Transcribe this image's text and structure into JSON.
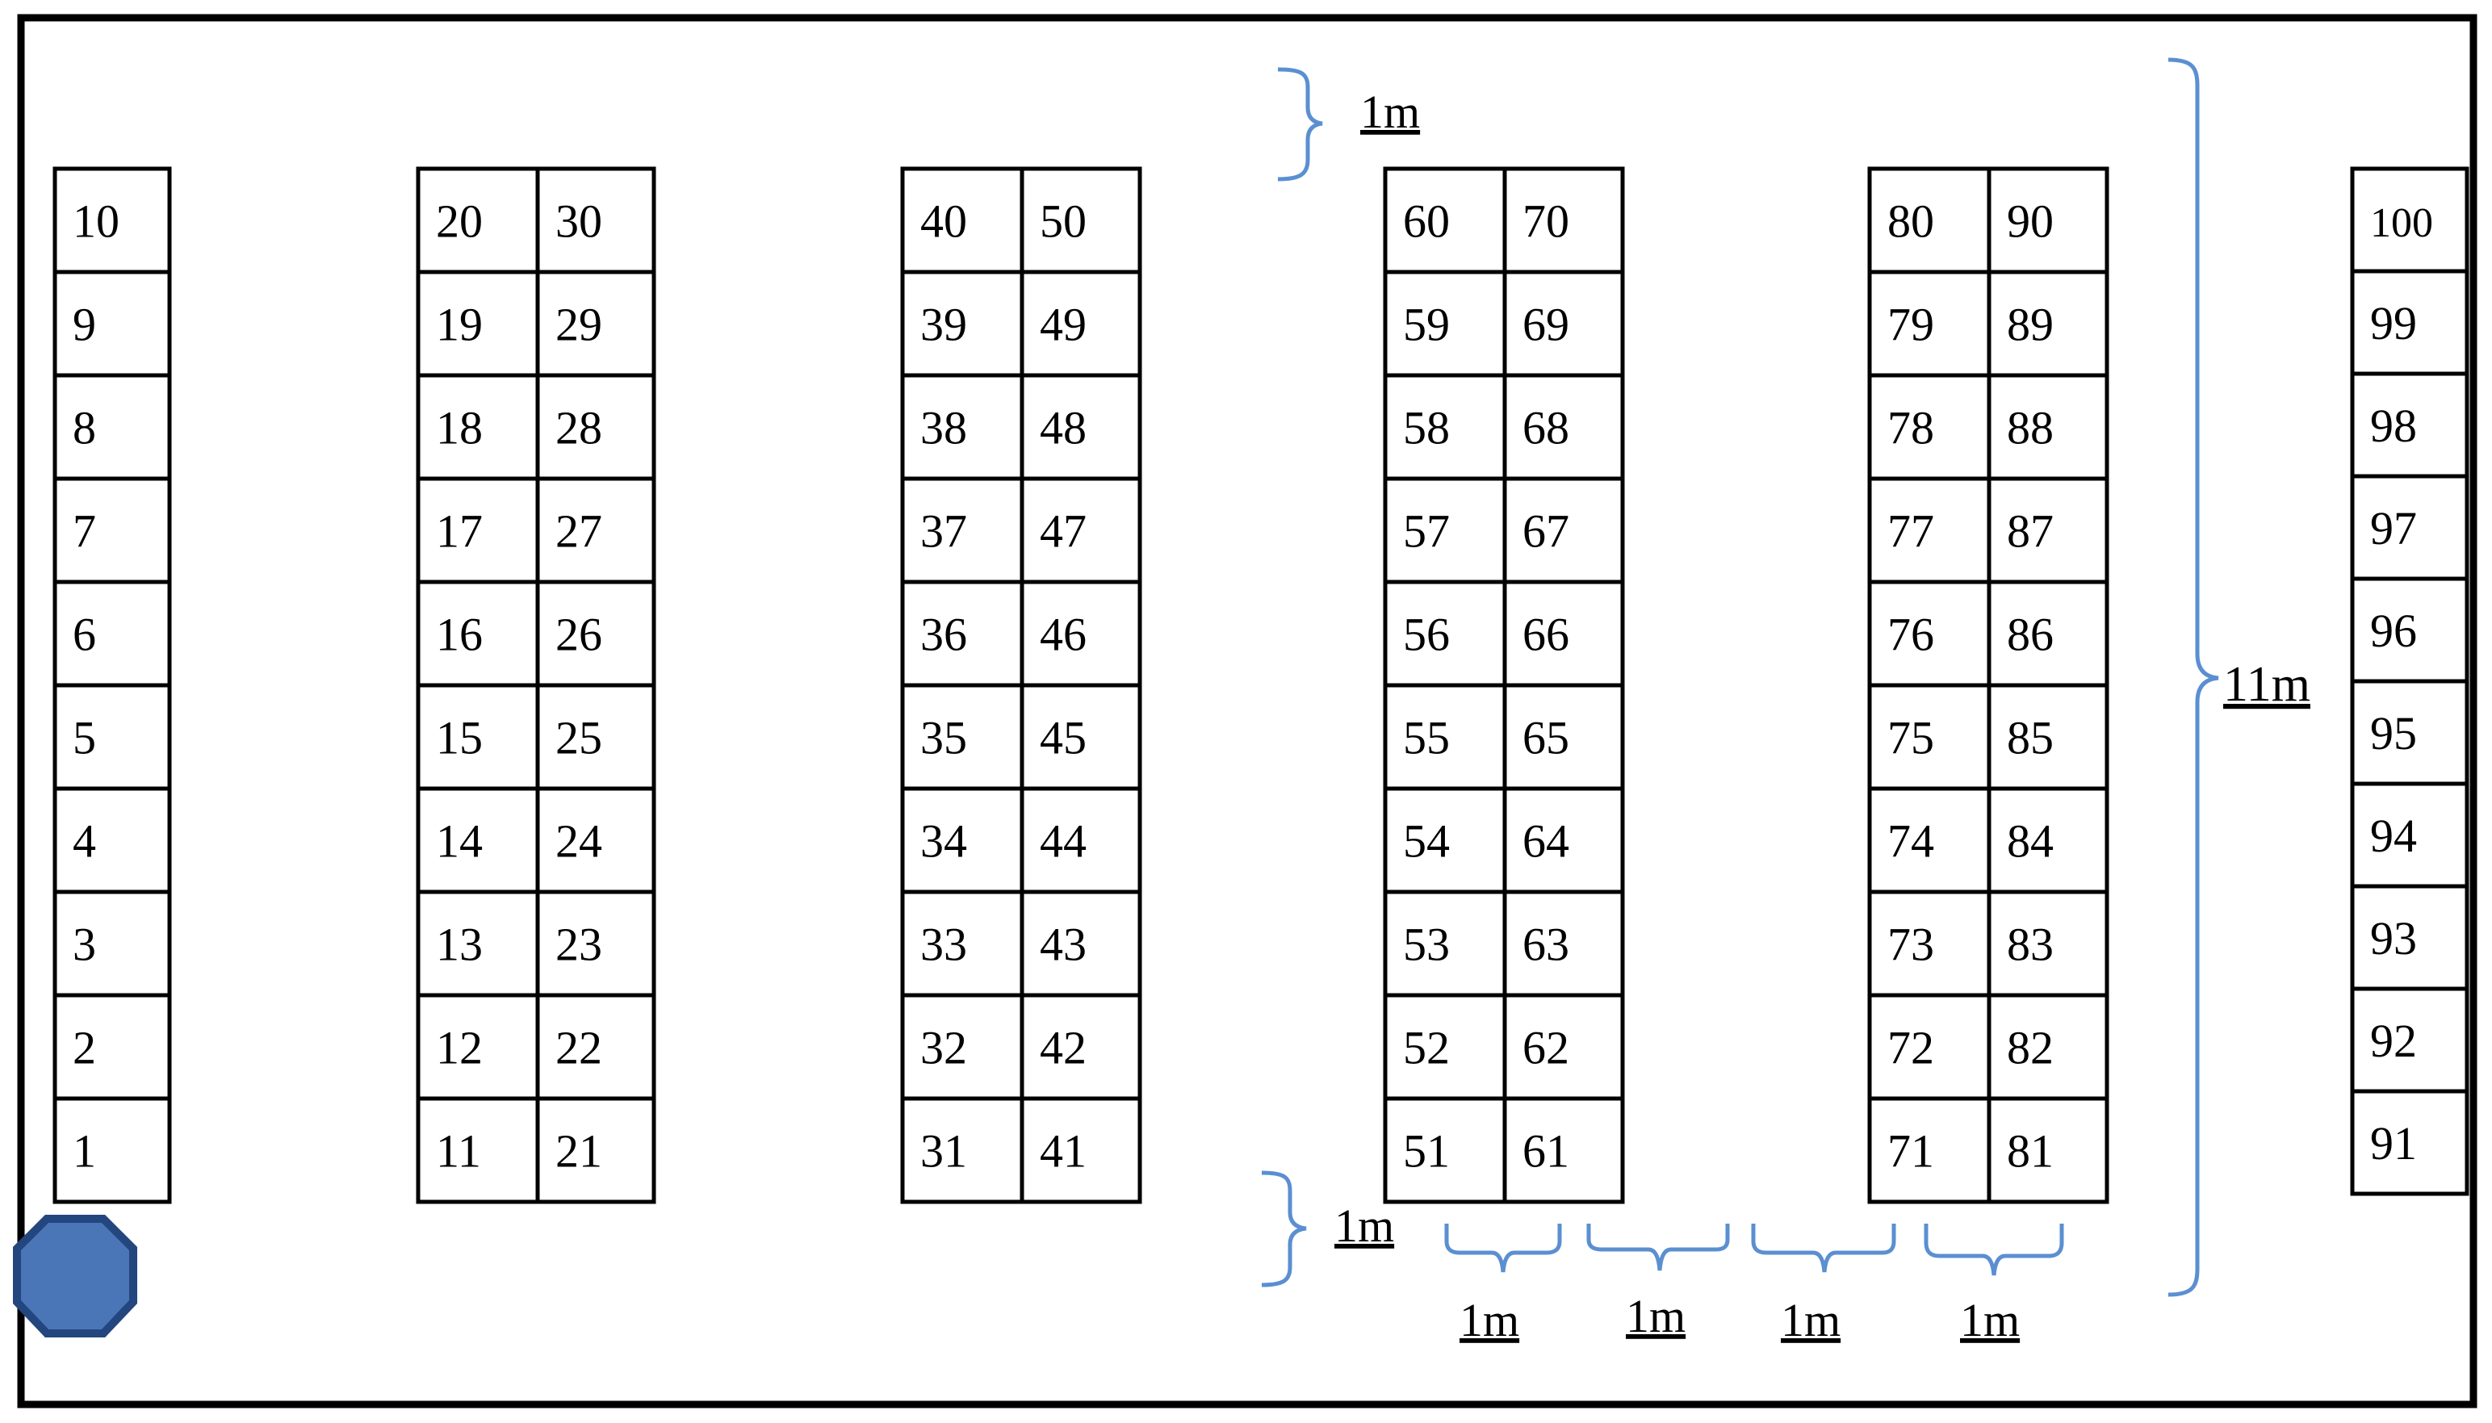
{
  "plots": {
    "columns": [
      {
        "id": "col-1-10",
        "cells": [
          "10",
          "9",
          "8",
          "7",
          "6",
          "5",
          "4",
          "3",
          "2",
          "1"
        ]
      },
      {
        "id": "col-11-20",
        "cells": [
          "20",
          "19",
          "18",
          "17",
          "16",
          "15",
          "14",
          "13",
          "12",
          "11"
        ]
      },
      {
        "id": "col-21-30",
        "cells": [
          "30",
          "29",
          "28",
          "27",
          "26",
          "25",
          "24",
          "23",
          "22",
          "21"
        ]
      },
      {
        "id": "col-31-40",
        "cells": [
          "40",
          "39",
          "38",
          "37",
          "36",
          "35",
          "34",
          "33",
          "32",
          "31"
        ]
      },
      {
        "id": "col-41-50",
        "cells": [
          "50",
          "49",
          "48",
          "47",
          "46",
          "45",
          "44",
          "43",
          "42",
          "41"
        ]
      },
      {
        "id": "col-51-60",
        "cells": [
          "60",
          "59",
          "58",
          "57",
          "56",
          "55",
          "54",
          "53",
          "52",
          "51"
        ]
      },
      {
        "id": "col-61-70",
        "cells": [
          "70",
          "69",
          "68",
          "67",
          "66",
          "65",
          "64",
          "63",
          "62",
          "61"
        ]
      },
      {
        "id": "col-71-80",
        "cells": [
          "80",
          "79",
          "78",
          "77",
          "76",
          "75",
          "74",
          "73",
          "72",
          "71"
        ]
      },
      {
        "id": "col-81-90",
        "cells": [
          "90",
          "89",
          "88",
          "87",
          "86",
          "85",
          "84",
          "83",
          "82",
          "81"
        ]
      },
      {
        "id": "col-91-100",
        "cells": [
          "100",
          "99",
          "98",
          "97",
          "96",
          "95",
          "94",
          "93",
          "92",
          "91"
        ]
      }
    ]
  },
  "dimensions": {
    "top_gap": "1m",
    "bottom_gap": "1m",
    "aisle_1": "1m",
    "aisle_2": "1m",
    "aisle_3": "1m",
    "aisle_4": "1m",
    "row_length": "11m"
  },
  "colors": {
    "frame": "#000000",
    "bracket": "#5b8fd1",
    "marker_fill": "#4a76b8",
    "marker_stroke": "#24467f"
  },
  "marker": {
    "shape": "octagon"
  }
}
